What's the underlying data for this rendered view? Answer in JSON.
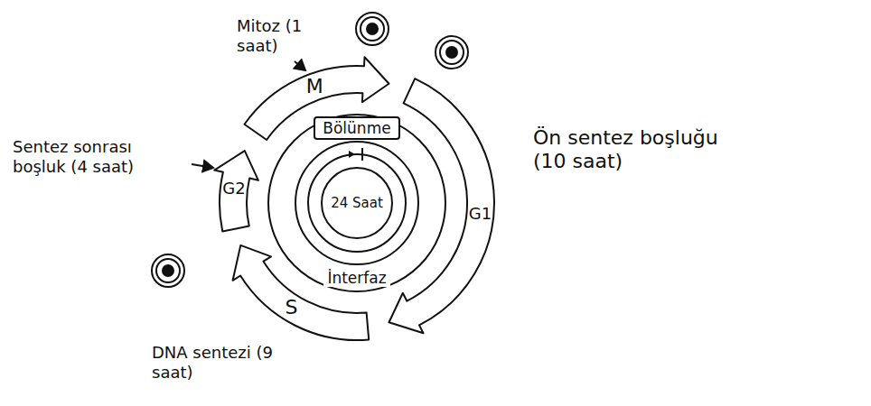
{
  "diagram": {
    "nodes": [
      {
        "text": [
          "M"
        ]
      },
      {
        "text": [
          "G1"
        ]
      },
      {
        "text": [
          "S"
        ]
      },
      {
        "text": [
          "G2"
        ]
      },
      {
        "text": [
          "Bölünme"
        ]
      },
      {
        "text": [
          "İnterfaz"
        ]
      },
      {
        "text": [
          "24 Saat"
        ]
      }
    ],
    "labels": [
      "Mitoz (1 saat)",
      "Ön sentez boşluğu (10 saat)",
      "DNA sentezi (9 saat)",
      "Sentez sonrası boşluk (4 saat)"
    ]
  }
}
